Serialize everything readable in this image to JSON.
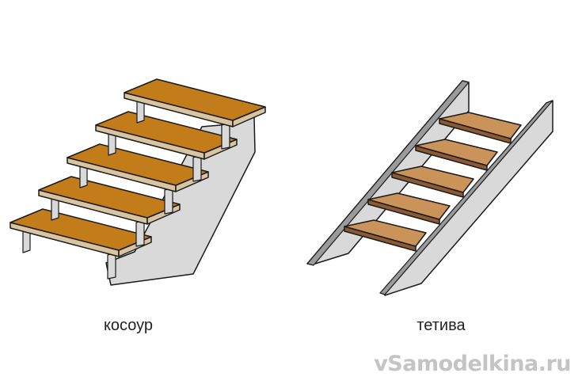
{
  "labels": {
    "stringer_type_left": "косоур",
    "stringer_type_right": "тетива"
  },
  "watermark": "vSamodelkina.ru",
  "colors": {
    "tread_top_left": "#c27c1a",
    "tread_edge": "#d8c4a0",
    "tread_top_right": "#c9935a",
    "tread_front_right": "#8b5a32",
    "stringer": "#d9d9d9",
    "stringer_dark": "#9a9a9a",
    "outline": "#1a1a1a"
  },
  "left_stair": {
    "steps": 5
  },
  "right_stair": {
    "steps": 5
  }
}
